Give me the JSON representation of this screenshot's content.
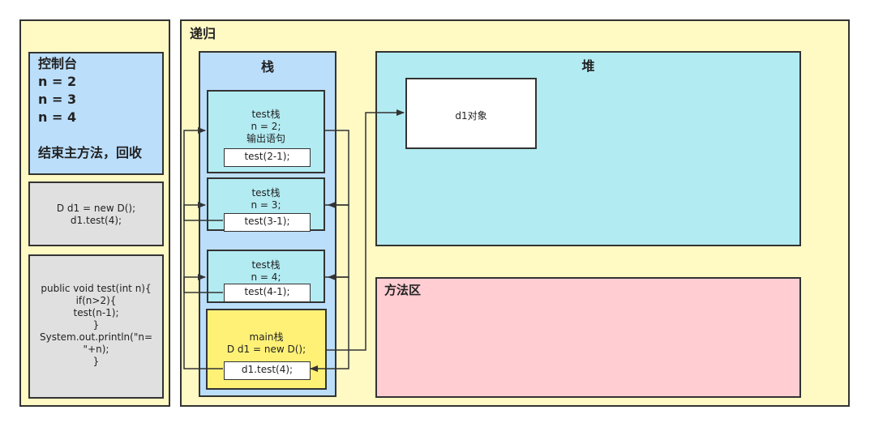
{
  "console": {
    "title": "控制台",
    "lines": [
      "n = 2",
      "n = 3",
      "n = 4",
      "",
      "结束主方法，回收"
    ]
  },
  "main_code": {
    "lines": [
      "D d1 = new D();",
      "d1.test(4);"
    ]
  },
  "method_code": {
    "lines": [
      "public void test(int n){",
      "if(n>2){",
      "test(n-1);",
      "}",
      "System.out.println(\"n=",
      "\"+n);",
      "}"
    ]
  },
  "recursion_title": "递归",
  "stack_title": "栈",
  "frames": [
    {
      "lines": [
        "test栈",
        "n = 2;",
        "输出语句"
      ],
      "call": "test(2-1);"
    },
    {
      "lines": [
        "test栈",
        "n = 3;"
      ],
      "call": "test(3-1);"
    },
    {
      "lines": [
        "test栈",
        "n = 4;"
      ],
      "call": "test(4-1);"
    },
    {
      "lines": [
        "main栈",
        "D d1 = new D();"
      ],
      "call": "d1.test(4);"
    }
  ],
  "heap": {
    "title": "堆",
    "object": "d1对象"
  },
  "method_area": {
    "title": "方法区"
  },
  "colors": {
    "panel_yellow": "#fff9c4",
    "stack_blue": "#bbdefb",
    "heap_cyan": "#b2ebf2",
    "method_pink": "#ffcdd2",
    "main_yellow": "#fff176",
    "code_gray": "#e0e0e0"
  }
}
